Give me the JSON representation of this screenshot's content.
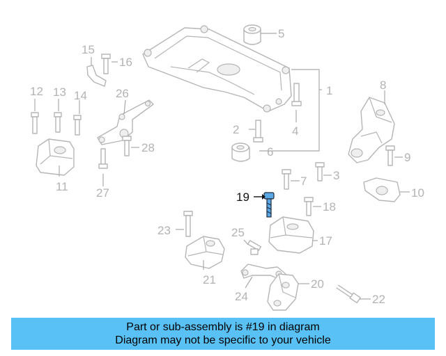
{
  "callouts": {
    "c1": "1",
    "c2": "2",
    "c3": "3",
    "c4": "4",
    "c5": "5",
    "c6": "6",
    "c7": "7",
    "c8": "8",
    "c9": "9",
    "c10": "10",
    "c11": "11",
    "c12": "12",
    "c13": "13",
    "c14": "14",
    "c15": "15",
    "c16": "16",
    "c17": "17",
    "c18": "18",
    "c19": "19",
    "c20": "20",
    "c21": "21",
    "c22": "22",
    "c23": "23",
    "c24": "24",
    "c25": "25",
    "c26": "26",
    "c27": "27",
    "c28": "28"
  },
  "highlighted_part": "19",
  "colors": {
    "highlight_bolt": "#5aa7e6",
    "banner": "#59c1f6",
    "part_lines": "#b5b5b5"
  },
  "banner": {
    "line1": "Part or sub-assembly is #19 in diagram",
    "line2": "Diagram may not be specific to your vehicle"
  }
}
